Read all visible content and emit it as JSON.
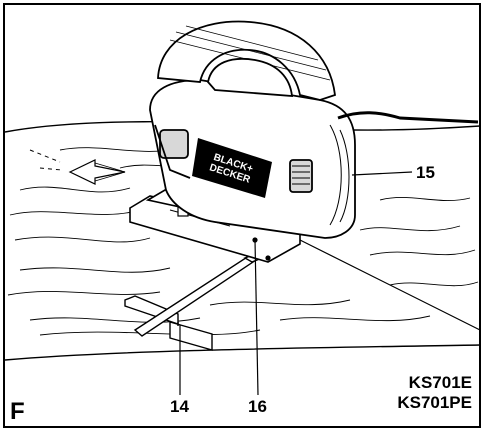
{
  "figure": {
    "letter": "F",
    "brand_text_line1": "BLACK+",
    "brand_text_line2": "DECKER",
    "callouts": {
      "c14": "14",
      "c15": "15",
      "c16": "16"
    },
    "models": [
      "KS701E",
      "KS701PE"
    ]
  },
  "colors": {
    "ink": "#000000",
    "paper": "#ffffff",
    "shade": "#d8d8d8"
  }
}
